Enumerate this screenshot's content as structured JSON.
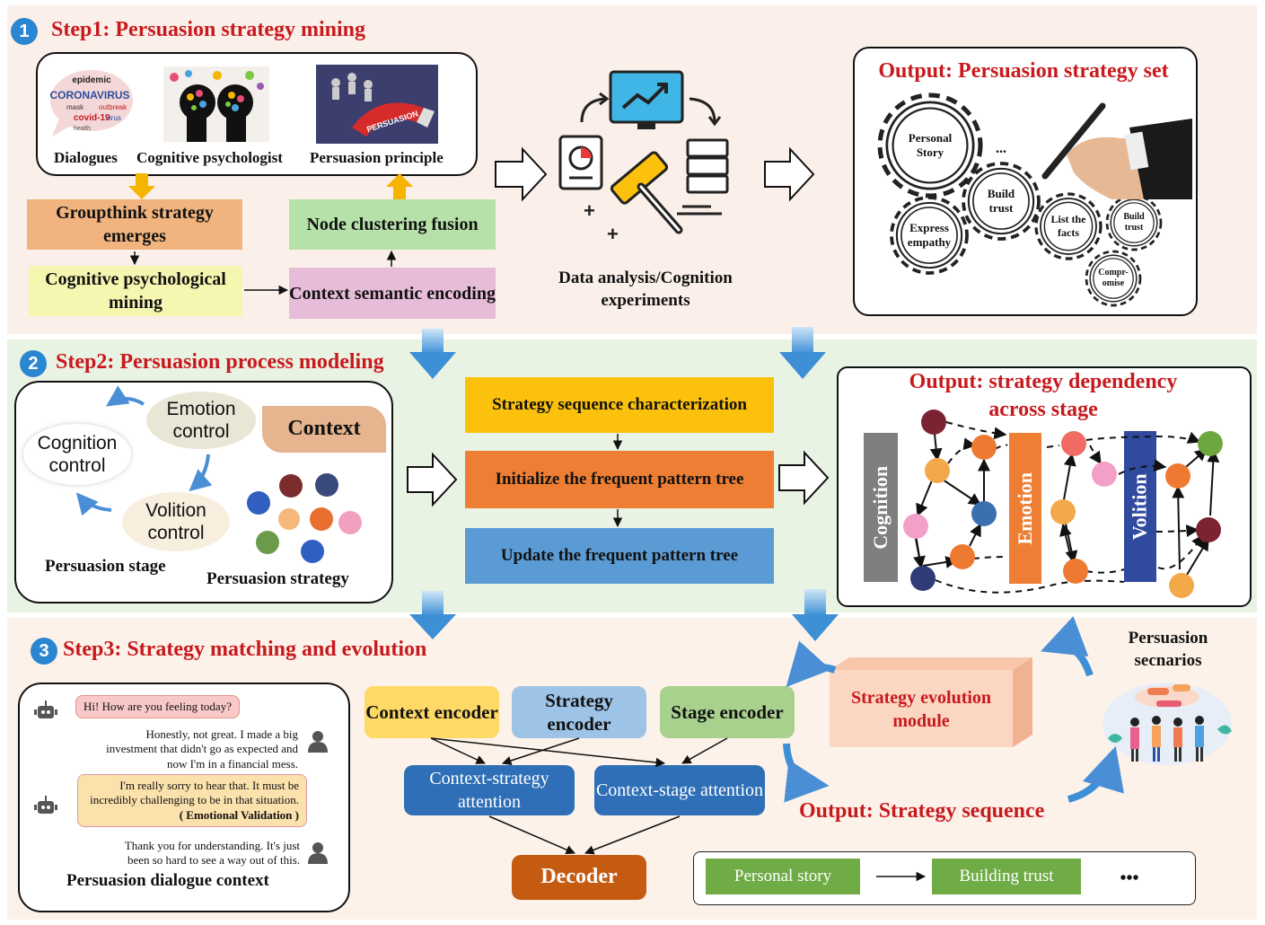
{
  "step1": {
    "number": "1",
    "title": "Step1: Persuasion strategy mining",
    "sources": [
      "Dialogues",
      "Cognitive psychologist",
      "Persuasion principle"
    ],
    "wordcloud_words": [
      "epidemic",
      "CORONAVIRUS",
      "mask",
      "covid-19",
      "health",
      "outbreak",
      "virus"
    ],
    "persuasion_banner": "PERSUASION",
    "groupthink": "Groupthink strategy emerges",
    "cognitive_mining": "Cognitive psychological mining",
    "node_clustering": "Node clustering fusion",
    "context_encoding": "Context semantic encoding",
    "analysis_label": "Data analysis/Cognition experiments",
    "output_title": "Output: Persuasion strategy set",
    "gears": [
      "Personal Story",
      "Express empathy",
      "Build trust",
      "List the facts",
      "Build trust",
      "Compr-omise"
    ],
    "ellipsis": "..."
  },
  "step2": {
    "number": "2",
    "title": "Step2: Persuasion process modeling",
    "emotion": "Emotion control",
    "cognition": "Cognition control",
    "volition": "Volition control",
    "context": "Context",
    "stage_label": "Persuasion stage",
    "strategy_label": "Persuasion strategy",
    "seq_char": "Strategy sequence characterization",
    "init_tree": "Initialize the frequent pattern tree",
    "update_tree": "Update the frequent pattern tree",
    "output_title": "Output: strategy dependency across stage",
    "bars": [
      "Cognition",
      "Emotion",
      "Volition"
    ]
  },
  "step3": {
    "number": "3",
    "title": "Step3: Strategy matching and evolution",
    "dialogue": [
      {
        "speaker": "bot",
        "text": "Hi! How are you feeling today?"
      },
      {
        "speaker": "user",
        "text": "Honestly, not great. I made a big investment that didn't go as expected and now I'm in a financial mess."
      },
      {
        "speaker": "bot",
        "text": "I'm really sorry to hear that. It must be incredibly challenging to be in that situation.",
        "tag": "( Emotional Validation )"
      },
      {
        "speaker": "user",
        "text": "Thank you for understanding. It's just been so hard to see a way out of this."
      }
    ],
    "dialogue_label": "Persuasion dialogue context",
    "context_encoder": "Context encoder",
    "strategy_encoder": "Strategy encoder",
    "stage_encoder": "Stage encoder",
    "cs_attention": "Context-strategy attention",
    "cst_attention": "Context-stage attention",
    "decoder": "Decoder",
    "sequence": [
      "Personal story",
      "Building trust"
    ],
    "sequence_more": "•••",
    "evolution_module": "Strategy evolution module",
    "scenarios": "Persuasion secnarios",
    "output_title": "Output: Strategy sequence"
  },
  "colors": {
    "title_red": "#c8191d",
    "step_blue": "#2a86d1",
    "panel1_bg": "#fbefe9",
    "panel2_bg": "#e9f3e4",
    "panel3_bg": "#fdf2e9",
    "groupthink": "#f2b47f",
    "cognitive": "#f5f6b0",
    "node_cluster": "#b6e2a9",
    "context_enc": "#e7bcd9",
    "seq_char": "#fcc10c",
    "init_tree": "#ed7e33",
    "update_tree": "#5b9bd5",
    "decoder": "#c55a11",
    "attention": "#2e6fb7",
    "seq_green": "#6fac46"
  },
  "icons": [
    "robot-icon",
    "user-icon",
    "gear-icon",
    "monitor-chart-icon",
    "server-icon",
    "document-chart-icon",
    "hammer-icon",
    "pen-hand-icon",
    "people-scene-icon"
  ]
}
